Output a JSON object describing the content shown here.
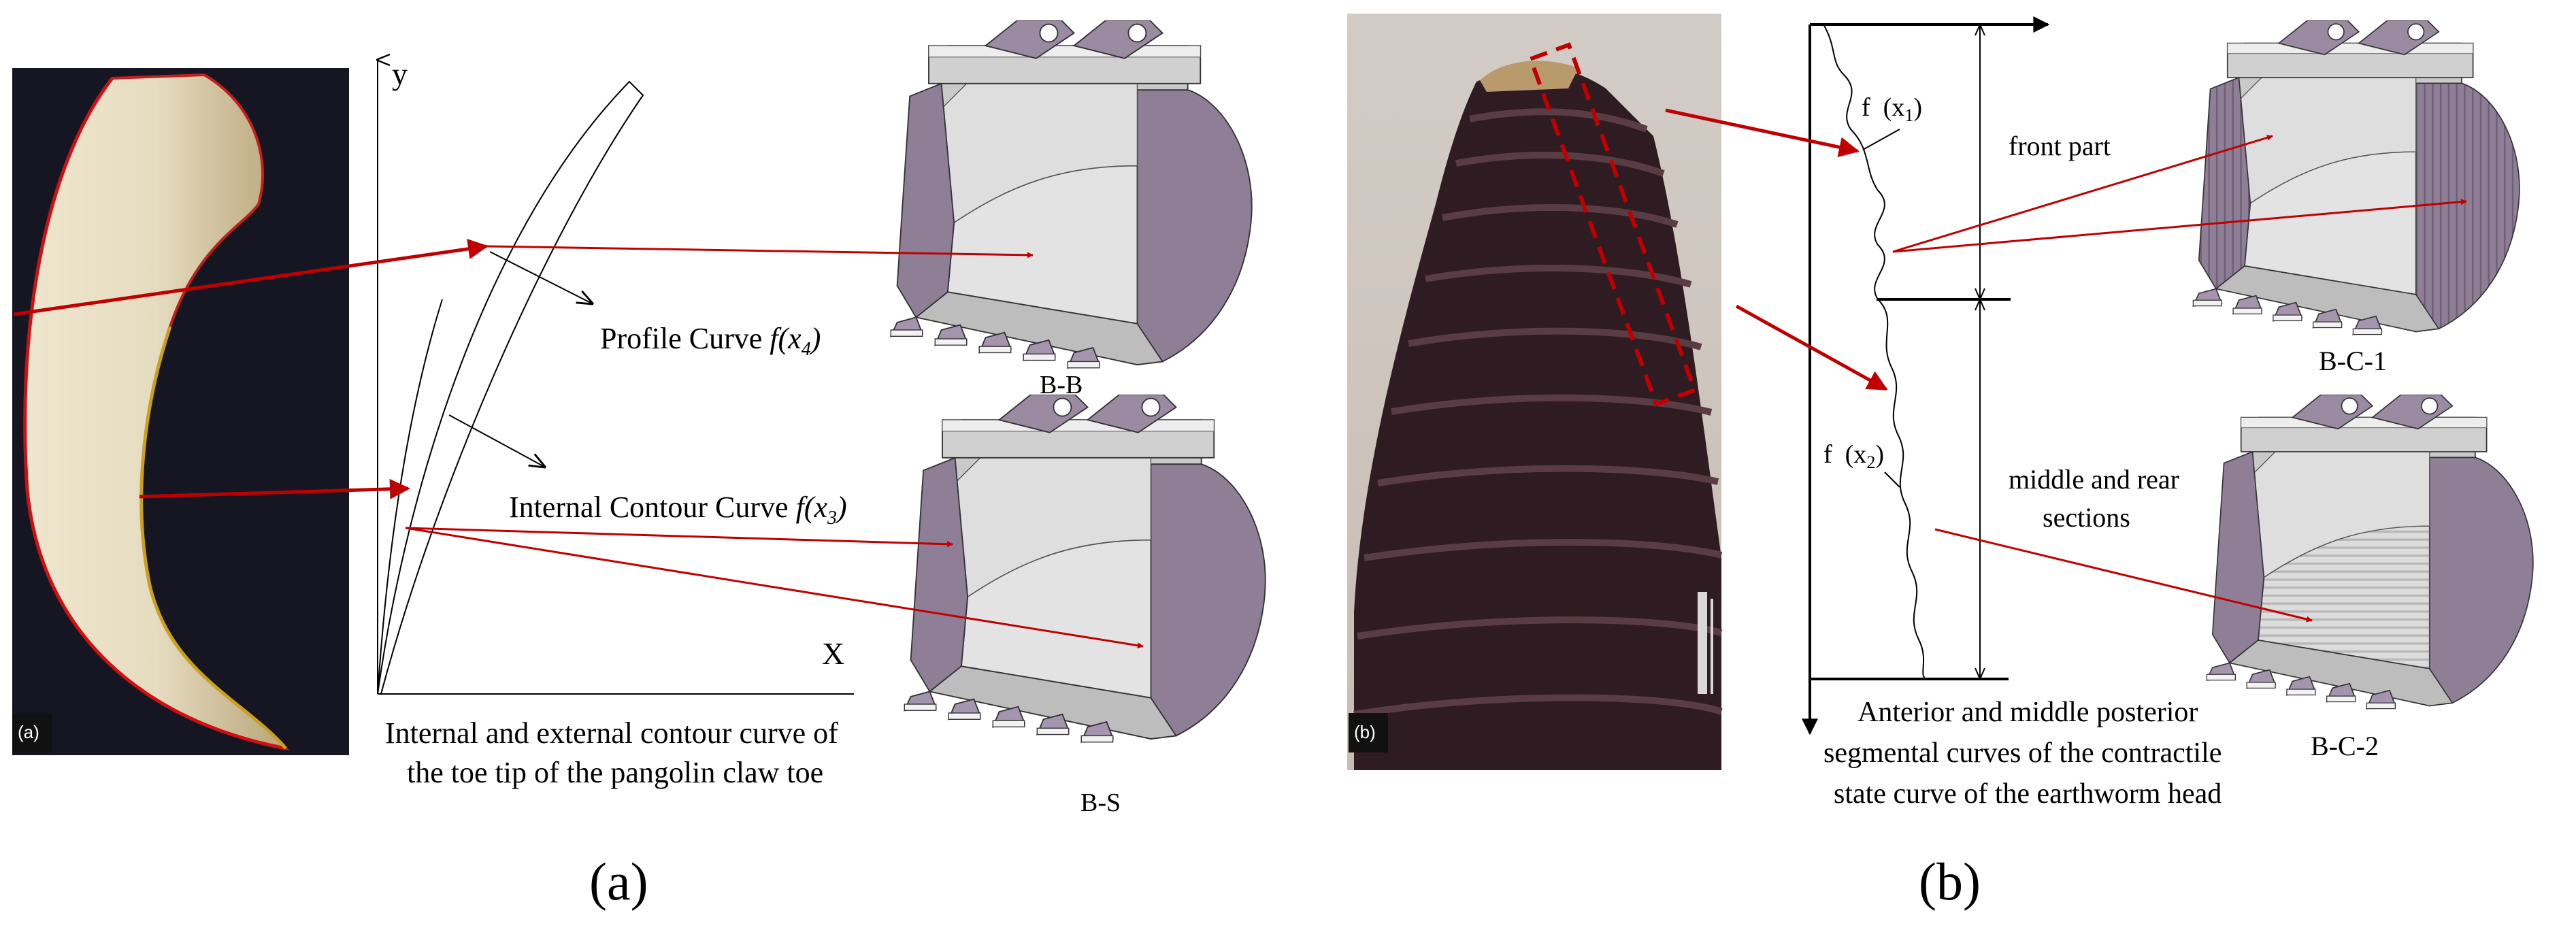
{
  "panel_a": {
    "photo_tag": "(a)",
    "axis_y": "y",
    "axis_x": "X",
    "profile_curve_label": "Profile Curve ",
    "profile_curve_fn": "f(x",
    "profile_curve_sub": "4",
    "profile_curve_close": ")",
    "internal_curve_label": "Internal Contour Curve ",
    "internal_curve_fn": "f(x",
    "internal_curve_sub": "3",
    "internal_curve_close": ")",
    "caption_line1": "Internal and external contour curve of",
    "caption_line2": "the toe tip of the pangolin claw toe",
    "bucket_top_label": "B-B",
    "bucket_bottom_label": "B-S",
    "figure_label": "(a)"
  },
  "panel_b": {
    "photo_tag": "(b)",
    "f1_label": "f  (x",
    "f1_sub": "1",
    "f1_close": ")",
    "f2_label": "f  (x",
    "f2_sub": "2",
    "f2_close": ")",
    "front_part": "front part",
    "middle_line1": "middle and rear",
    "middle_line2": "sections",
    "caption_line1": "Anterior and middle posterior",
    "caption_line2": "segmental curves of the contractile",
    "caption_line3": "state curve of the earthworm head",
    "bucket_top_label": "B-C-1",
    "bucket_bottom_label": "B-C-2",
    "figure_label": "(b)"
  },
  "colors": {
    "arrow_red": "#c00000",
    "bucket_side": "#8e7e96",
    "bucket_metal": "#dcdcdc",
    "photo_a_bg": "#13131e",
    "photo_b_bg": "#c9c1bb",
    "worm": "#2e1c22"
  }
}
